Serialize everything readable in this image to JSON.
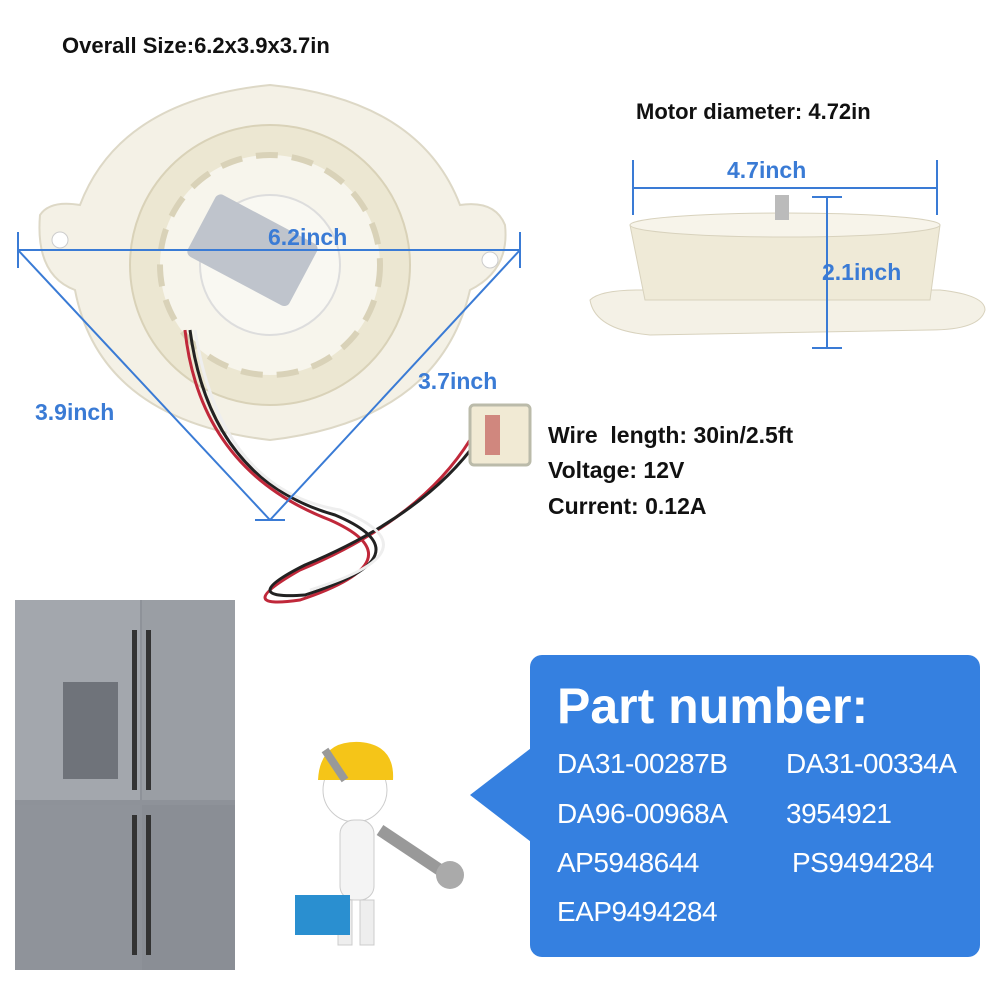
{
  "header": {
    "overall_size": "Overall Size:6.2x3.9x3.7in"
  },
  "fan_dimensions": {
    "width": "6.2inch",
    "left_side": "3.9inch",
    "right_side": "3.7inch"
  },
  "motor": {
    "diameter_label": "Motor diameter: 4.72in",
    "width": "4.7inch",
    "height": "2.1inch"
  },
  "specs": {
    "wire": "Wire  length: 30in/2.5ft",
    "voltage": "Voltage: 12V",
    "current": "Current: 0.12A"
  },
  "part_numbers": {
    "title": "Part number:",
    "items": [
      "DA31-00287B",
      "DA31-00334A",
      "DA96-00968A",
      "3954921",
      "AP5948644",
      "PS9494284",
      "EAP9494284"
    ]
  },
  "colors": {
    "accent": "#3a7bd5",
    "box": "#3580e0"
  }
}
